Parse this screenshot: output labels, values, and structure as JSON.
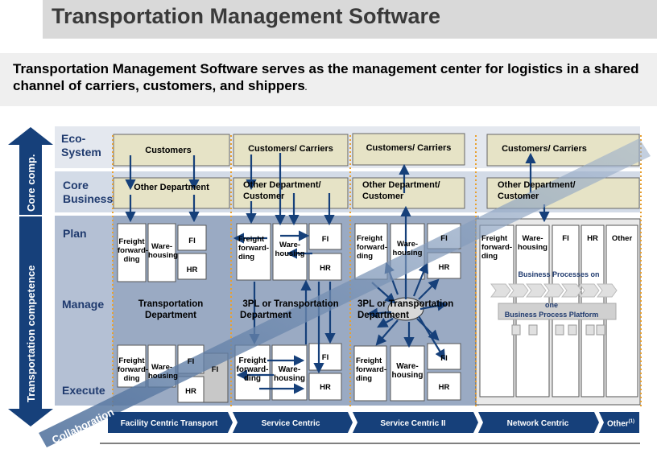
{
  "title": "Transportation Management Software",
  "subtitle": "Transportation Management Software serves as the management center for logistics in a shared channel of carriers, customers, and shippers",
  "row_labels": {
    "eco_line1": "Eco-",
    "eco_line2": "System",
    "core_line1": "Core",
    "core_line2": "Business",
    "plan": "Plan",
    "manage": "Manage",
    "execute": "Execute"
  },
  "left_axis": {
    "core_comp": "Core comp.",
    "transport_comp": "Transportation  competence"
  },
  "collaboration": "Collaboration",
  "columns": [
    {
      "eco": "Customers",
      "core": "Other Department",
      "freight": [
        "Freight",
        "forward-",
        "ding"
      ],
      "warehouse": [
        "Ware-",
        "housing"
      ],
      "fi": "FI",
      "hr": "HR",
      "manage_line1": "Transportation",
      "manage_line2": "Department",
      "footer": "Facility  Centric Transport"
    },
    {
      "eco": "Customers/ Carriers",
      "core_line1": "Other Department/",
      "core_line2": "Customer",
      "freight": [
        "Freight",
        "forward-",
        "ding"
      ],
      "warehouse": [
        "Ware-",
        "housing"
      ],
      "fi": "FI",
      "hr": "HR",
      "manage_line1": "3PL or Transportation",
      "manage_line2": "Department",
      "footer": "Service Centric"
    },
    {
      "eco": "Customers/ Carriers",
      "core_line1": "Other Department/",
      "core_line2": "Customer",
      "freight": [
        "Freight",
        "forward-",
        "ding"
      ],
      "warehouse": [
        "Ware-",
        "housing"
      ],
      "fi": "FI",
      "hr": "HR",
      "manage_line1": "3PL or Transportation",
      "manage_line2": "Department",
      "footer": "Service Centric II"
    },
    {
      "eco": "Customers/ Carriers",
      "core_line1": "Other Department/",
      "core_line2": "Customer",
      "freight": [
        "Freight",
        "forward-",
        "ding"
      ],
      "warehouse": [
        "Ware-",
        "housing"
      ],
      "fi": "FI",
      "hr": "HR",
      "other": "Other",
      "bp_line1": "Business Processes on",
      "bp_line2": "one",
      "bp_line3": "Business Process Platform",
      "footer": "Network Centric"
    }
  ],
  "footer_other": "Other",
  "footer_other_sup": "(1)",
  "colors": {
    "dark_blue": "#1f3a6e",
    "box_fill": "#e6e3c6",
    "plan_bg": "#a9b7cd",
    "bar_blue": "#16407a"
  }
}
